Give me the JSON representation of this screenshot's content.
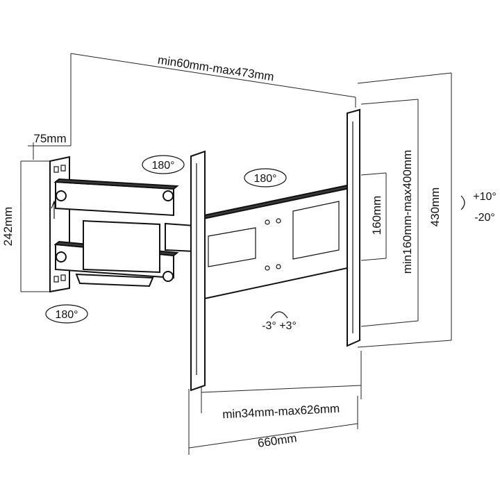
{
  "dimensions": {
    "extension": "min60mm-max473mm",
    "wall_plate_width": "75mm",
    "wall_plate_height": "242mm",
    "vesa_horizontal": "min34mm-max626mm",
    "tv_plate_width": "660mm",
    "vesa_vertical_min": "160mm",
    "vesa_vertical_range": "min160mm-max400mm",
    "tv_plate_height": "430mm"
  },
  "rotations": {
    "swivel_top": "180°",
    "swivel_center": "180°",
    "swivel_wall": "180°",
    "level": "-3° +3°",
    "tilt_up": "+10°",
    "tilt_down": "-20°"
  }
}
